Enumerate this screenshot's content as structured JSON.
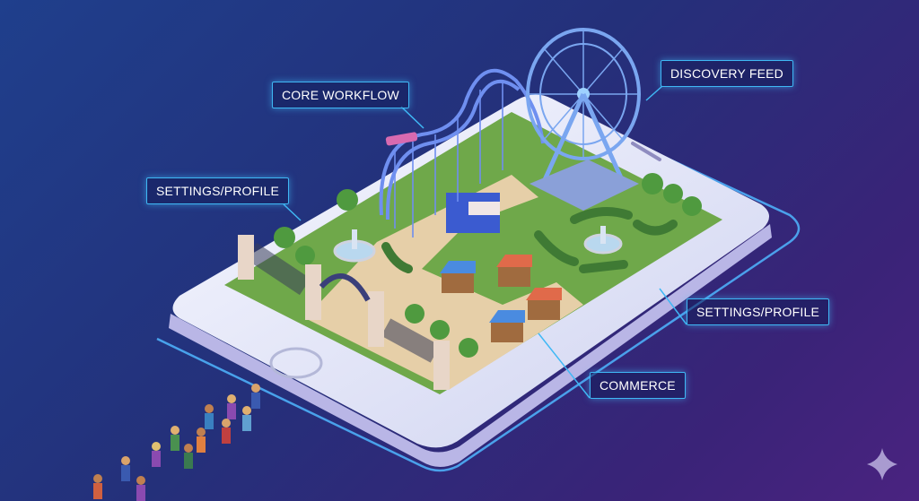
{
  "labels": {
    "core_workflow": "CORE WORKFLOW",
    "discovery_feed": "DISCOVERY FEED",
    "settings_profile_left": "SETTINGS/PROFILE",
    "settings_profile_right": "SETTINGS/PROFILE",
    "commerce": "COMMERCE"
  },
  "colors": {
    "callout_border": "#3fb8f5",
    "phone_body": "#eef0fa",
    "grass": "#6fa84a",
    "path": "#e6cfa8",
    "coaster": "#5b7fe0",
    "ferris_wheel": "#7aa6f0"
  },
  "icons": {
    "watermark": "sparkle-icon"
  }
}
